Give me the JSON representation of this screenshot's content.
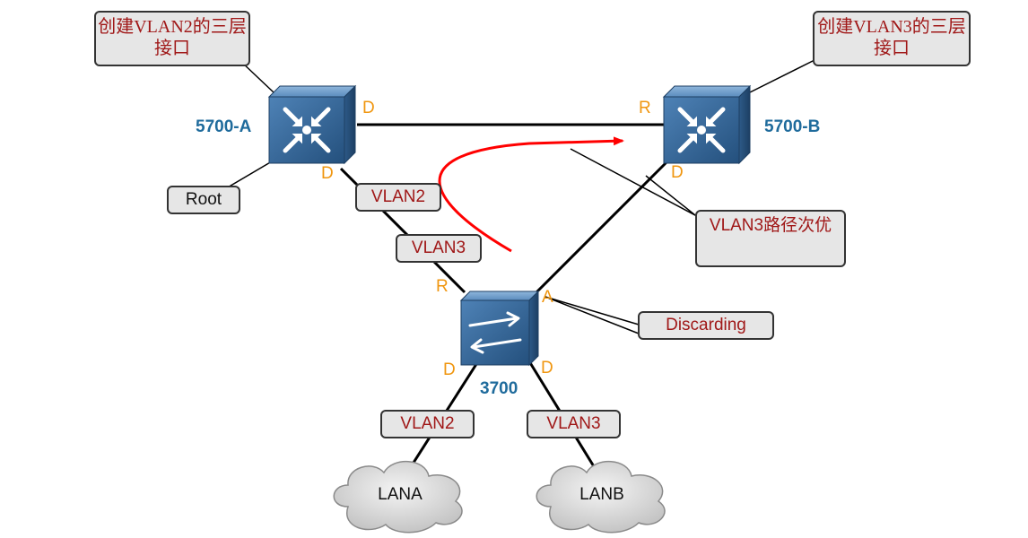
{
  "devices": {
    "switch_a": "5700-A",
    "switch_b": "5700-B",
    "access_switch": "3700"
  },
  "callouts": {
    "create_vlan2": "创建VLAN2的三层接口",
    "create_vlan3": "创建VLAN3的三层接口",
    "root": "Root",
    "vlan3_path": "VLAN3路径次优",
    "discarding": "Discarding"
  },
  "vlan_tags": {
    "uplink_vlan2": "VLAN2",
    "uplink_vlan3": "VLAN3",
    "downlink_vlan2": "VLAN2",
    "downlink_vlan3": "VLAN3"
  },
  "ports": {
    "a_to_b": "D",
    "a_down": "D",
    "b_to_a": "R",
    "b_down": "D",
    "s_root": "R",
    "s_alt": "A",
    "s_lana": "D",
    "s_lanb": "D"
  },
  "clouds": {
    "lana": "LANA",
    "lanb": "LANB"
  },
  "colors": {
    "port_role": "#f0960f",
    "device_name": "#1f6b9c",
    "callout_text": "#a01818",
    "traffic_path": "#ff0000",
    "switch_body": "#3f6fa0"
  },
  "icons": {
    "core_switch": "core-switch-icon",
    "access_switch": "access-switch-icon",
    "traffic_arrow": "arrow-icon",
    "cloud": "cloud-icon"
  }
}
